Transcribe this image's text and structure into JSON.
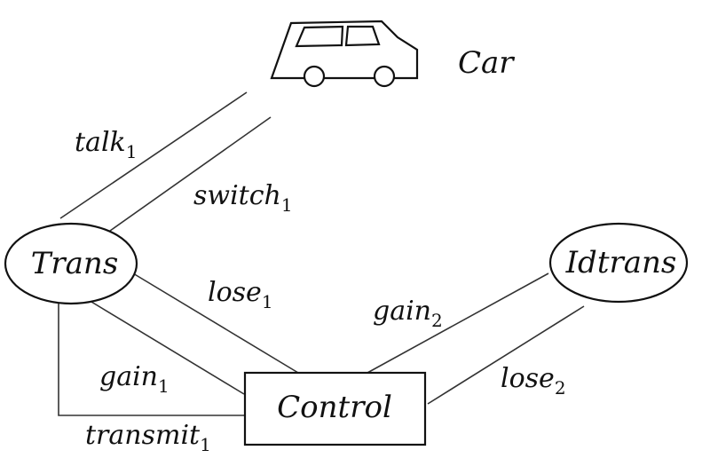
{
  "nodes": {
    "car": "Car",
    "trans": "Trans",
    "idtrans": "Idtrans",
    "control": "Control"
  },
  "edges": [
    {
      "base": "talk",
      "sub": "1"
    },
    {
      "base": "switch",
      "sub": "1"
    },
    {
      "base": "lose",
      "sub": "1"
    },
    {
      "base": "gain",
      "sub": "1"
    },
    {
      "base": "transmit",
      "sub": "1"
    },
    {
      "base": "gain",
      "sub": "2"
    },
    {
      "base": "lose",
      "sub": "2"
    }
  ]
}
